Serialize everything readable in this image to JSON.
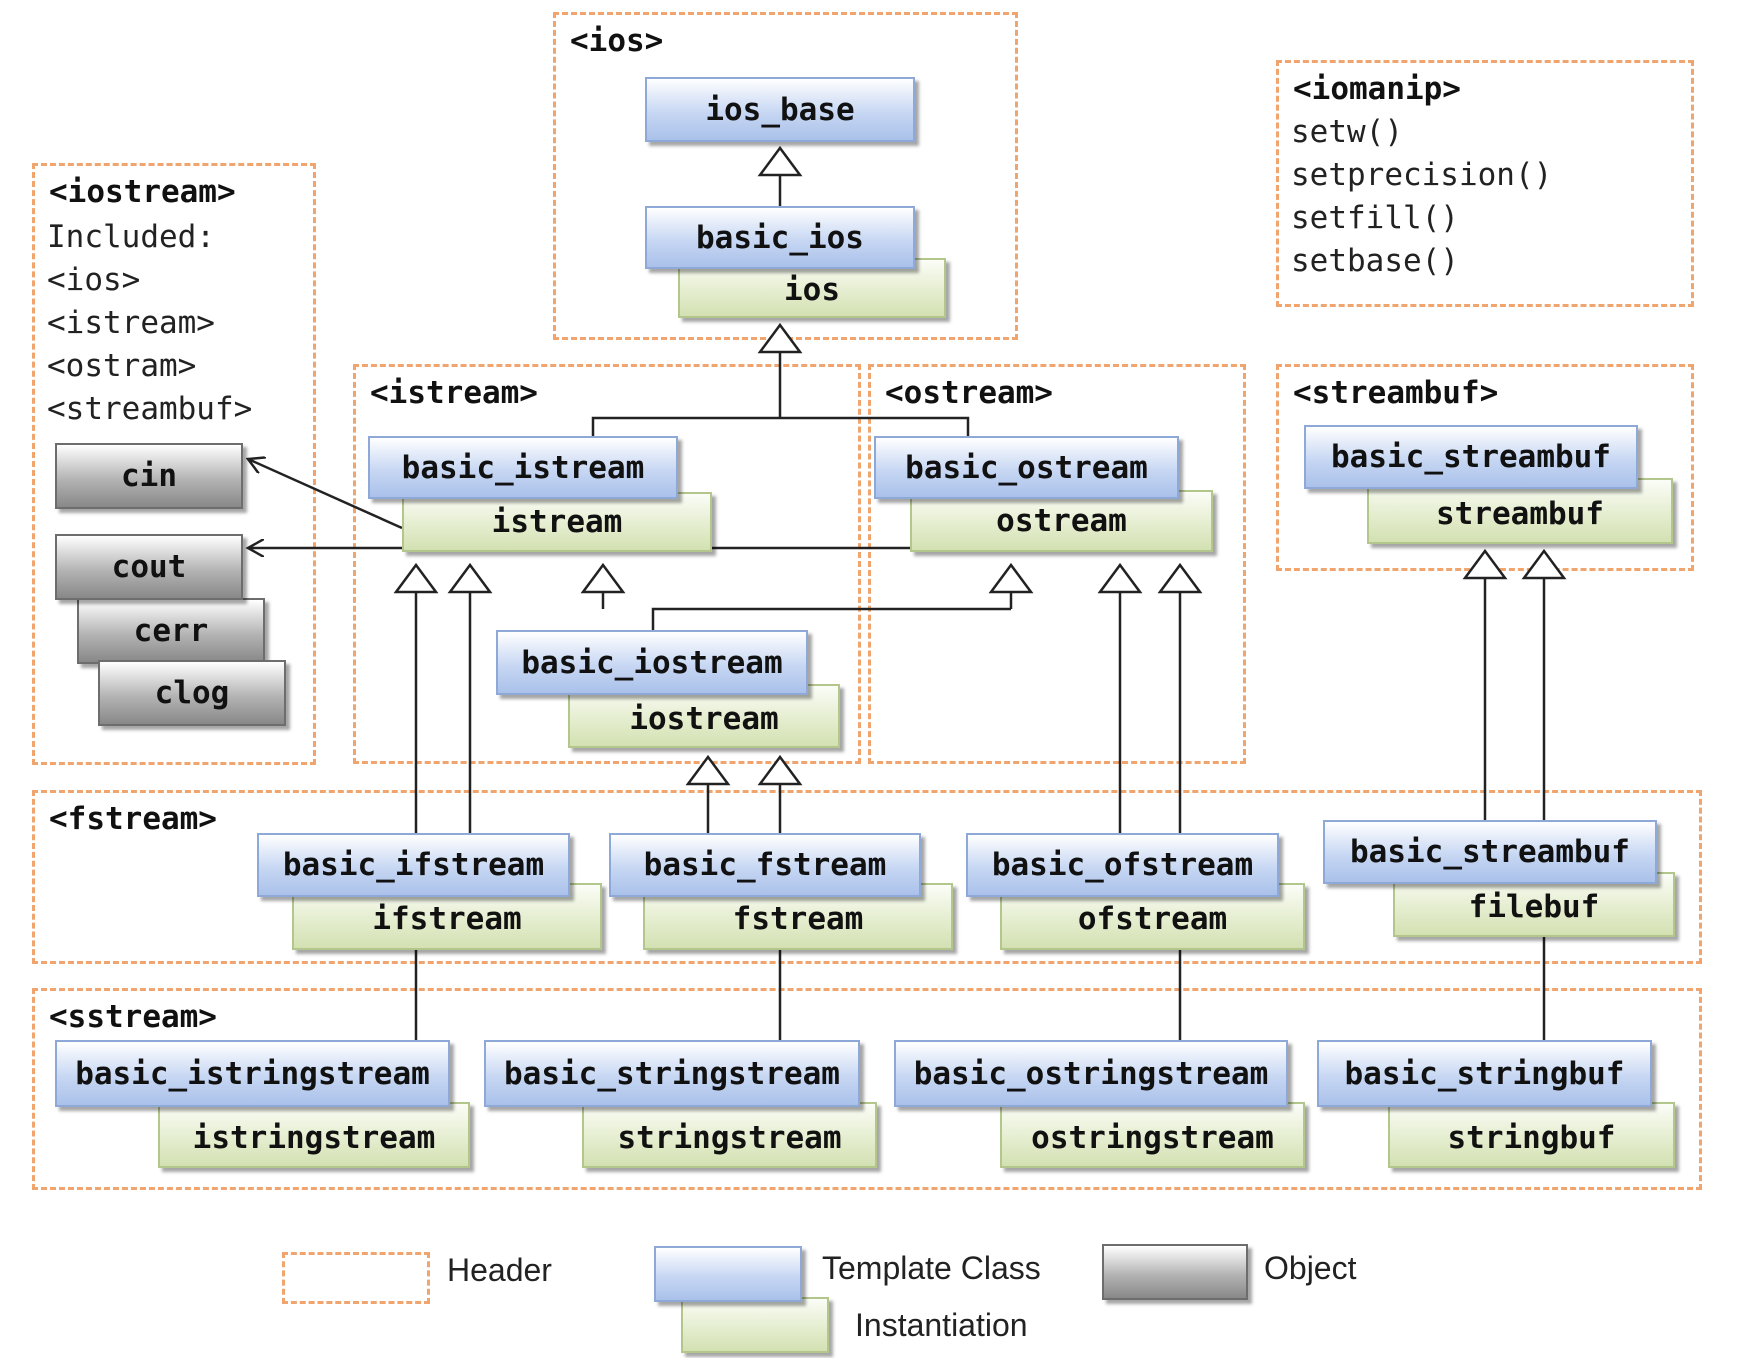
{
  "headers": {
    "ios": "<ios>",
    "iomanip": "<iomanip>",
    "iostream": "<iostream>",
    "istream": "<istream>",
    "ostream": "<ostream>",
    "streambuf": "<streambuf>",
    "fstream": "<fstream>",
    "sstream": "<sstream>"
  },
  "iomanip_lines": [
    "setw()",
    "setprecision()",
    "setfill()",
    "setbase()"
  ],
  "iostream_lines": [
    "Included:",
    "<ios>",
    "<istream>",
    "<ostram>",
    "<streambuf>"
  ],
  "classes": {
    "ios_base": "ios_base",
    "basic_ios": "basic_ios",
    "ios": "ios",
    "basic_istream": "basic_istream",
    "istream": "istream",
    "basic_ostream": "basic_ostream",
    "ostream": "ostream",
    "basic_iostream": "basic_iostream",
    "iostream": "iostream",
    "basic_streambuf": "basic_streambuf",
    "streambuf": "streambuf",
    "basic_ifstream": "basic_ifstream",
    "ifstream": "ifstream",
    "basic_fstream": "basic_fstream",
    "fstream": "fstream",
    "basic_ofstream": "basic_ofstream",
    "ofstream": "ofstream",
    "basic_filebuf": "basic_streambuf",
    "filebuf": "filebuf",
    "basic_istringstream": "basic_istringstream",
    "istringstream": "istringstream",
    "basic_stringstream": "basic_stringstream",
    "stringstream": "stringstream",
    "basic_ostringstream": "basic_ostringstream",
    "ostringstream": "ostringstream",
    "basic_stringbuf": "basic_stringbuf",
    "stringbuf": "stringbuf"
  },
  "objects": {
    "cin": "cin",
    "cout": "cout",
    "cerr": "cerr",
    "clog": "clog"
  },
  "legend": {
    "header": "Header",
    "template_class": "Template Class",
    "instantiation": "Instantiation",
    "object": "Object"
  },
  "colors": {
    "header_border": "#f0a46e",
    "template_fill": "#c7d7f3",
    "instantiation_fill": "#e3eccc",
    "object_fill": "#b4b4b4",
    "line": "#222222"
  }
}
